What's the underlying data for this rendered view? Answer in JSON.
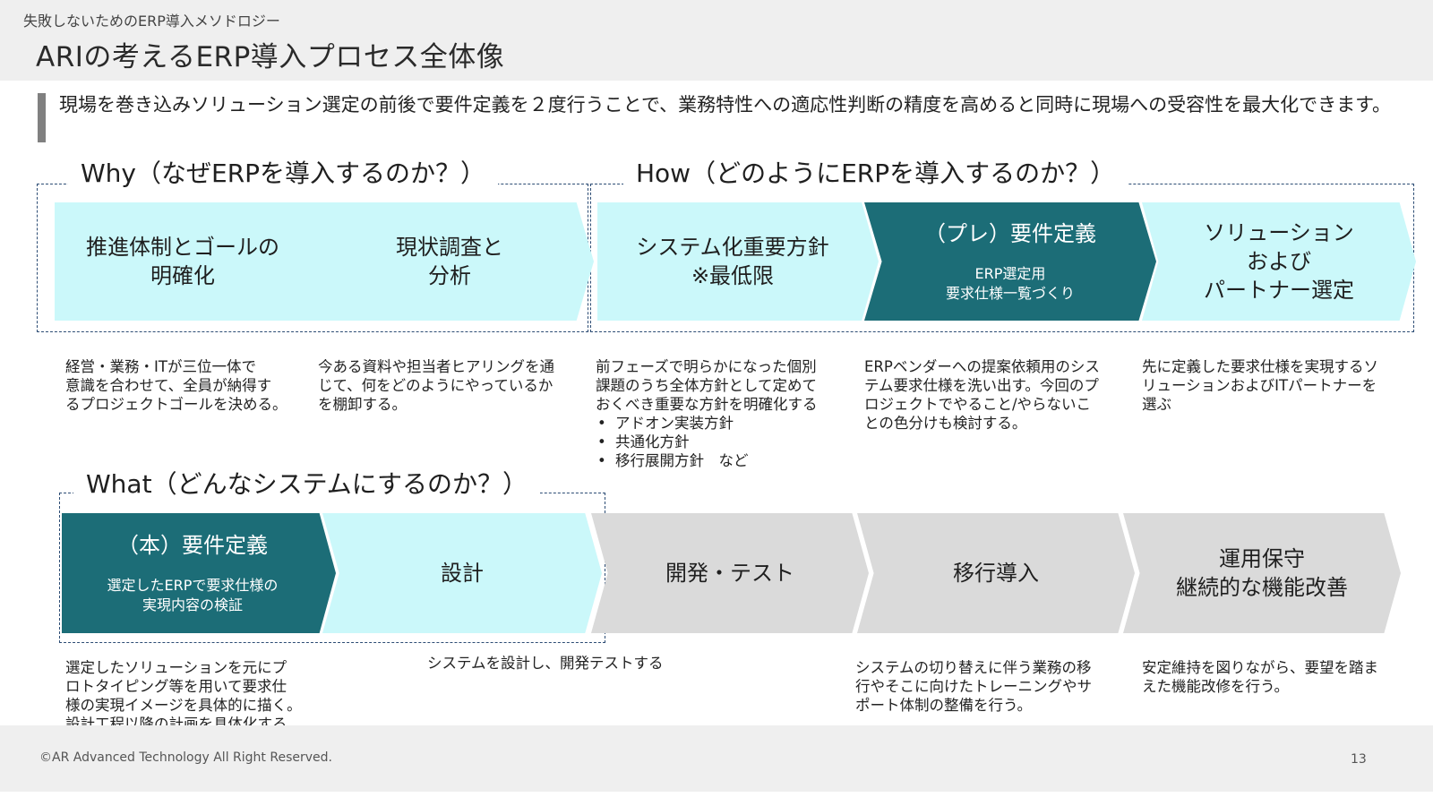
{
  "header": {
    "supertitle": "失敗しないためのERP導入メソドロジー",
    "title": "ARIの考えるERP導入プロセス全体像"
  },
  "lead": "現場を巻き込みソリューション選定の前後で要件定義を２度行うことで、業務特性への適応性判断の精度を高めると同時に現場への受容性を最大化できます。",
  "groups": {
    "why": "Why（なぜERPを導入するのか？）",
    "how": "How（どのようにERPを導入するのか？）",
    "what": "What（どんなシステムにするのか？）"
  },
  "steps": {
    "step1": {
      "title": "推進体制とゴールの\n明確化"
    },
    "step2": {
      "title": "現状調査と\n分析"
    },
    "step3": {
      "title": "システム化重要方針\n※最低限"
    },
    "step4": {
      "title": "（プレ）要件定義",
      "subtitle": "ERP選定用\n要求仕様一覧づくり"
    },
    "step5": {
      "title": "ソリューション\nおよび\nパートナー選定"
    },
    "step6": {
      "title": "（本）要件定義",
      "subtitle": "選定したERPで要求仕様の\n実現内容の検証"
    },
    "step7": {
      "title": "設計"
    },
    "step8": {
      "title": "開発・テスト"
    },
    "step9": {
      "title": "移行導入"
    },
    "step10": {
      "title": "運用保守\n継続的な機能改善"
    }
  },
  "descriptions": {
    "d1": "経営・業務・ITが三位一体で\n意識を合わせて、全員が納得す\nるプロジェクトゴールを決める。",
    "d2": "今ある資料や担当者ヒアリングを通\nじて、何をどのようにやっているか\nを棚卸する。",
    "d3": "前フェーズで明らかになった個別\n課題のうち全体方針として定めて\nおくべき重要な方針を明確化する",
    "d3_bullets": [
      "アドオン実装方針",
      "共通化方針",
      "移行展開方針　など"
    ],
    "d4": "ERPベンダーへの提案依頼用のシス\nテム要求仕様を洗い出す。今回のプ\nロジェクトでやること/やらないこ\nとの色分けも検討する。",
    "d5": "先に定義した要求仕様を実現するソ\nリューションおよびITパートナーを\n選ぶ",
    "d6": "選定したソリューションを元にプ\nロトタイピング等を用いて要求仕\n様の実現イメージを具体的に描く。\n設計工程以降の計画を具体化する。",
    "d7": "システムを設計し、開発テストする",
    "d9": "システムの切り替えに伴う業務の移\n行やそこに向けたトレーニングやサ\nポート体制の整備を行う。",
    "d10": "安定維持を図りながら、要望を踏ま\nえた機能改修を行う。"
  },
  "footer": {
    "copyright": "©AR Advanced Technology All Right Reserved.",
    "page_number": "13"
  },
  "colors": {
    "light_step": "#cbf8fa",
    "dark_step": "#1c6d77",
    "gray_step": "#dadada",
    "dashed_border": "#2c4c74"
  }
}
